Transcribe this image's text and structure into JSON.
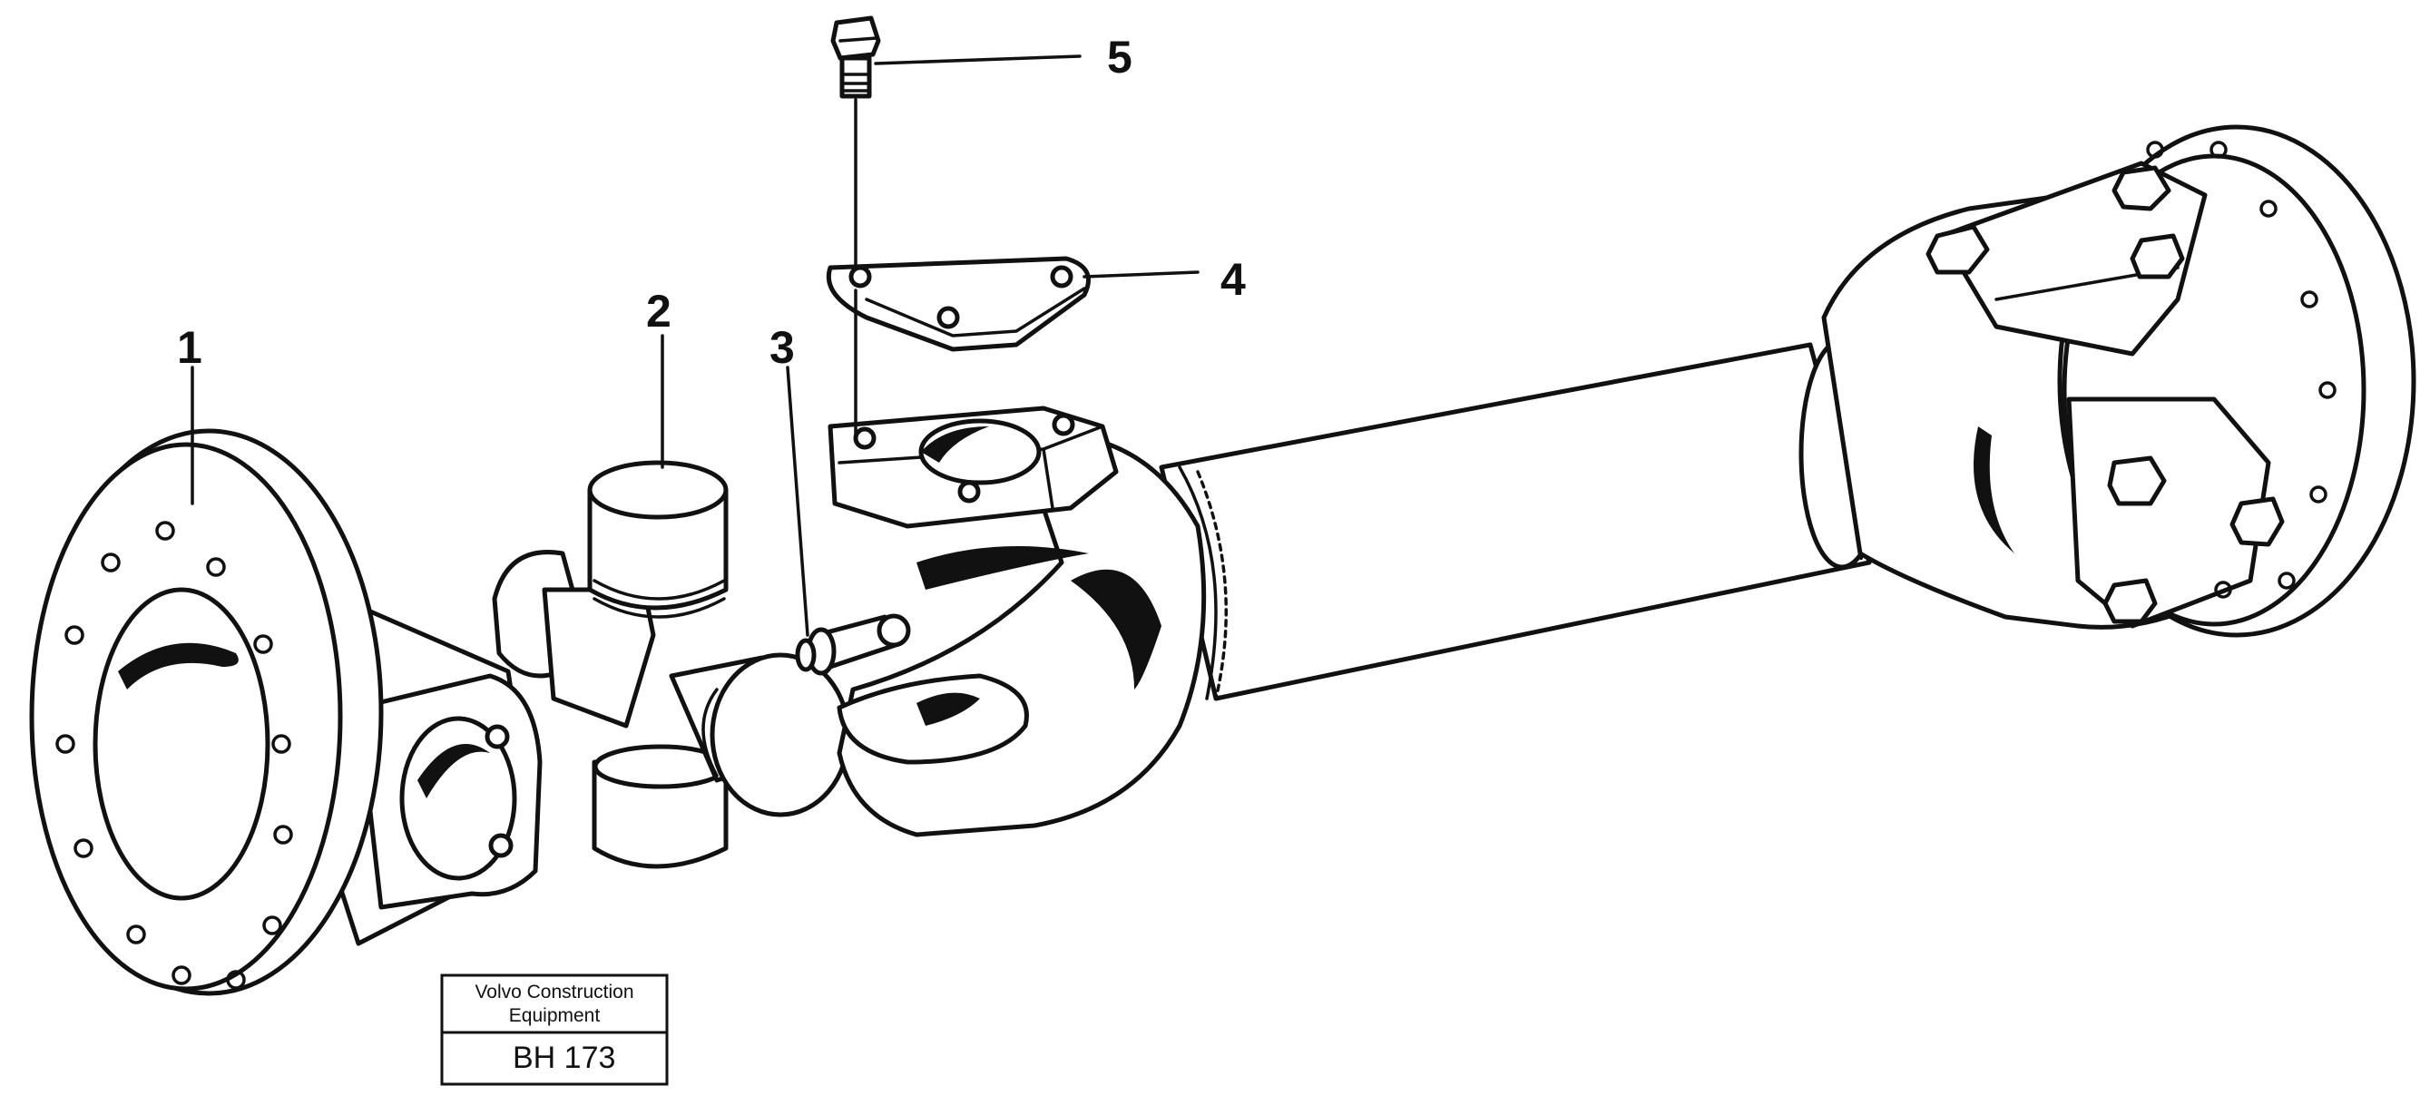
{
  "drawing": {
    "callouts": [
      {
        "id": "1",
        "label": "1"
      },
      {
        "id": "2",
        "label": "2"
      },
      {
        "id": "3",
        "label": "3"
      },
      {
        "id": "4",
        "label": "4"
      },
      {
        "id": "5",
        "label": "5"
      }
    ]
  },
  "stamp": {
    "company_line1": "Volvo Construction",
    "company_line2": "Equipment",
    "code": "BH 173"
  }
}
